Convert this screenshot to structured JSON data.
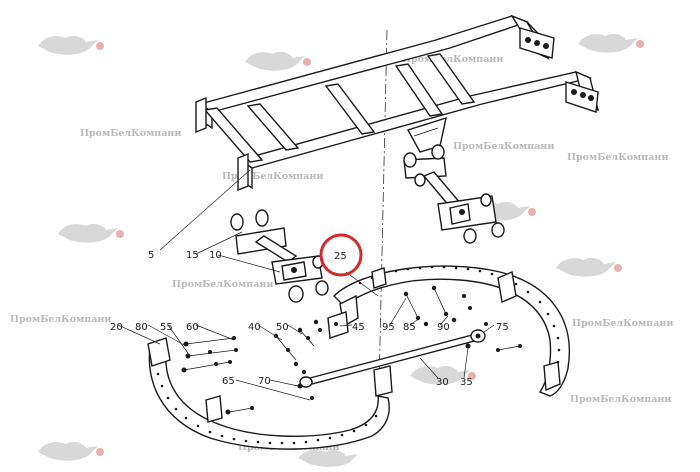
{
  "diagram": {
    "highlighted_callout": "25",
    "highlight_color": "#d42a2a",
    "watermark_text": "ПромБелКомпани",
    "callouts": [
      "5",
      "15",
      "10",
      "25",
      "20",
      "80",
      "55",
      "60",
      "40",
      "50",
      "45",
      "65",
      "70",
      "95",
      "85",
      "90",
      "75",
      "30",
      "35"
    ]
  }
}
